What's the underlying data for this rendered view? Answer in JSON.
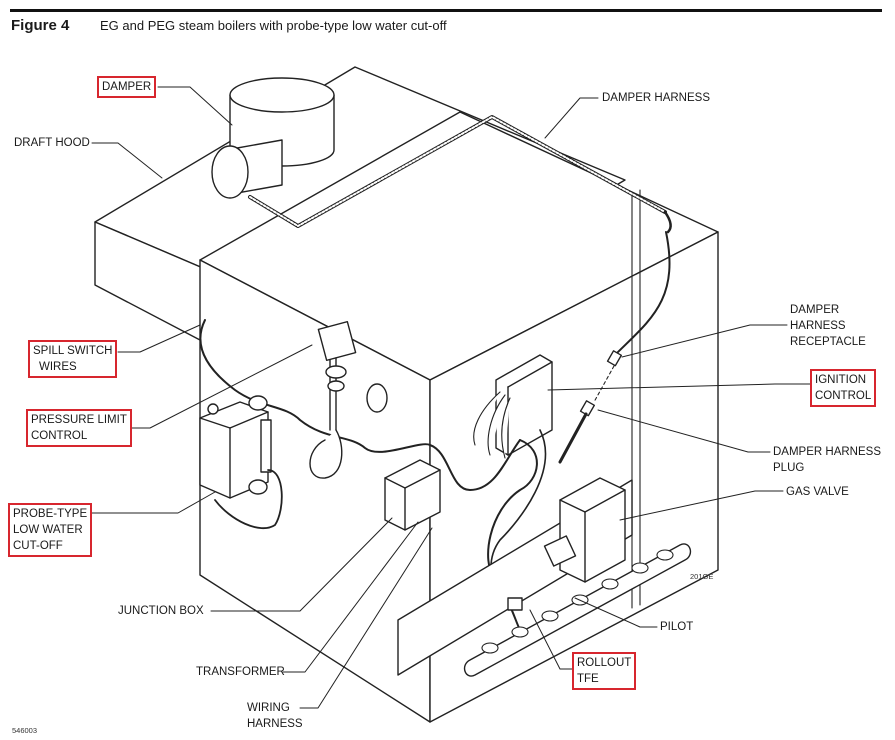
{
  "figure": {
    "number": "Figure 4",
    "caption": "EG and PEG steam boilers with probe-type low water cut-off"
  },
  "labels": {
    "damper": "DAMPER",
    "draft_hood": "DRAFT HOOD",
    "damper_harness": "DAMPER HARNESS",
    "spill_switch_line1": "SPILL SWITCH",
    "spill_switch_line2": "WIRES",
    "pressure_limit_line1": "PRESSURE LIMIT",
    "pressure_limit_line2": "CONTROL",
    "probe_line1": "PROBE-TYPE",
    "probe_line2": "LOW WATER",
    "probe_line3": "CUT-OFF",
    "junction_box": "JUNCTION BOX",
    "transformer": "TRANSFORMER",
    "wiring_harness_line1": "WIRING",
    "wiring_harness_line2": "HARNESS",
    "receptacle_line1": "DAMPER",
    "receptacle_line2": "HARNESS",
    "receptacle_line3": "RECEPTACLE",
    "ignition_line1": "IGNITION",
    "ignition_line2": "CONTROL",
    "plug_line1": "DAMPER HARNESS",
    "plug_line2": "PLUG",
    "gas_valve": "GAS VALVE",
    "pilot": "PILOT",
    "rollout_line1": "ROLLOUT",
    "rollout_line2": "TFE"
  },
  "highlight_color": "#d7262e",
  "reference_codes": {
    "drawing": "201GE",
    "document": "546003"
  }
}
